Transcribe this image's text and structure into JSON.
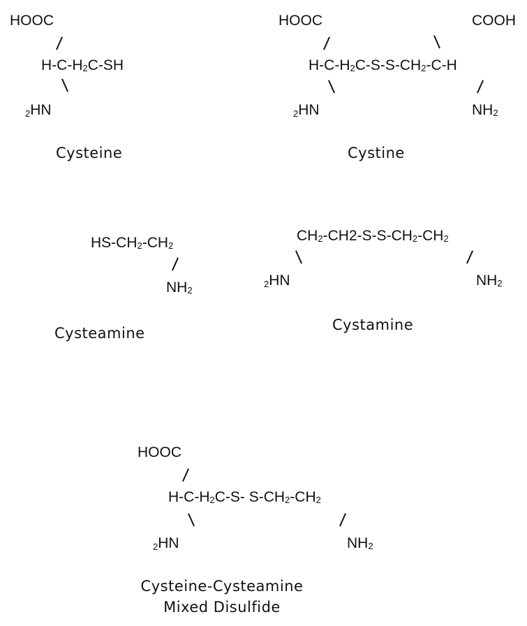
{
  "molecules": {
    "cysteine": {
      "name": "Cysteine",
      "hooc": "HOOC",
      "backbone": {
        "a": "H-C-H",
        "b": "C-SH"
      },
      "amine": "HN"
    },
    "cystine": {
      "name": "Cystine",
      "hooc": "HOOC",
      "cooh": "COOH",
      "backbone": {
        "a": "H-C-H",
        "b": "C-S-S-CH",
        "c": "-C-H"
      },
      "amine_left": "HN",
      "amine_right": "NH"
    },
    "cysteamine": {
      "name": "Cysteamine",
      "backbone": {
        "a": "HS-CH",
        "b": "-CH"
      },
      "amine": "NH"
    },
    "cystamine": {
      "name": "Cystamine",
      "backbone": {
        "a": "CH",
        "b": "-CH2-S-S-CH",
        "c": "-CH"
      },
      "amine_left": "HN",
      "amine_right": "NH"
    },
    "mixed": {
      "name_line1": "Cysteine-Cysteamine",
      "name_line2": "Mixed Disulfide",
      "hooc": "HOOC",
      "backbone": {
        "a": "H-C-H",
        "b": "C-S- S-CH",
        "c": "-CH"
      },
      "amine_left": "HN",
      "amine_right": "NH"
    }
  },
  "subscript": "2"
}
